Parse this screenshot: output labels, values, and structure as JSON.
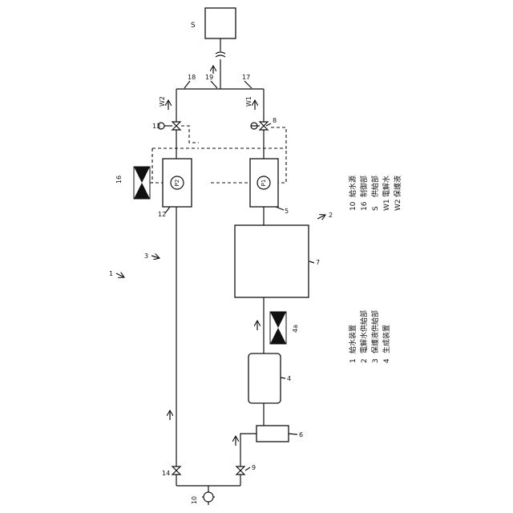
{
  "labels": {
    "S": "S",
    "n18": "18",
    "n19": "19",
    "n17": "17",
    "W2": "W2",
    "W1": "W1",
    "n13": "13",
    "n8": "8",
    "n16": "16",
    "P2": "P2",
    "P1": "P1",
    "n12": "12",
    "n5": "5",
    "n2": "2",
    "n3": "3",
    "n1": "1",
    "n7": "7",
    "n4a": "4a",
    "n4": "4",
    "n6": "6",
    "n14": "14",
    "n9": "9",
    "n10": "10"
  },
  "legend_left": [
    {
      "num": "1",
      "text": "給水装置"
    },
    {
      "num": "2",
      "text": "電解水供給部"
    },
    {
      "num": "3",
      "text": "保護液供給部"
    },
    {
      "num": "4",
      "text": "生成装置"
    }
  ],
  "legend_right": [
    {
      "num": "10",
      "text": "給水源"
    },
    {
      "num": "16",
      "text": "制御部"
    },
    {
      "num": "S",
      "text": "供給部"
    },
    {
      "num": "W1",
      "text": "電解水"
    },
    {
      "num": "W2",
      "text": "保護液"
    }
  ]
}
